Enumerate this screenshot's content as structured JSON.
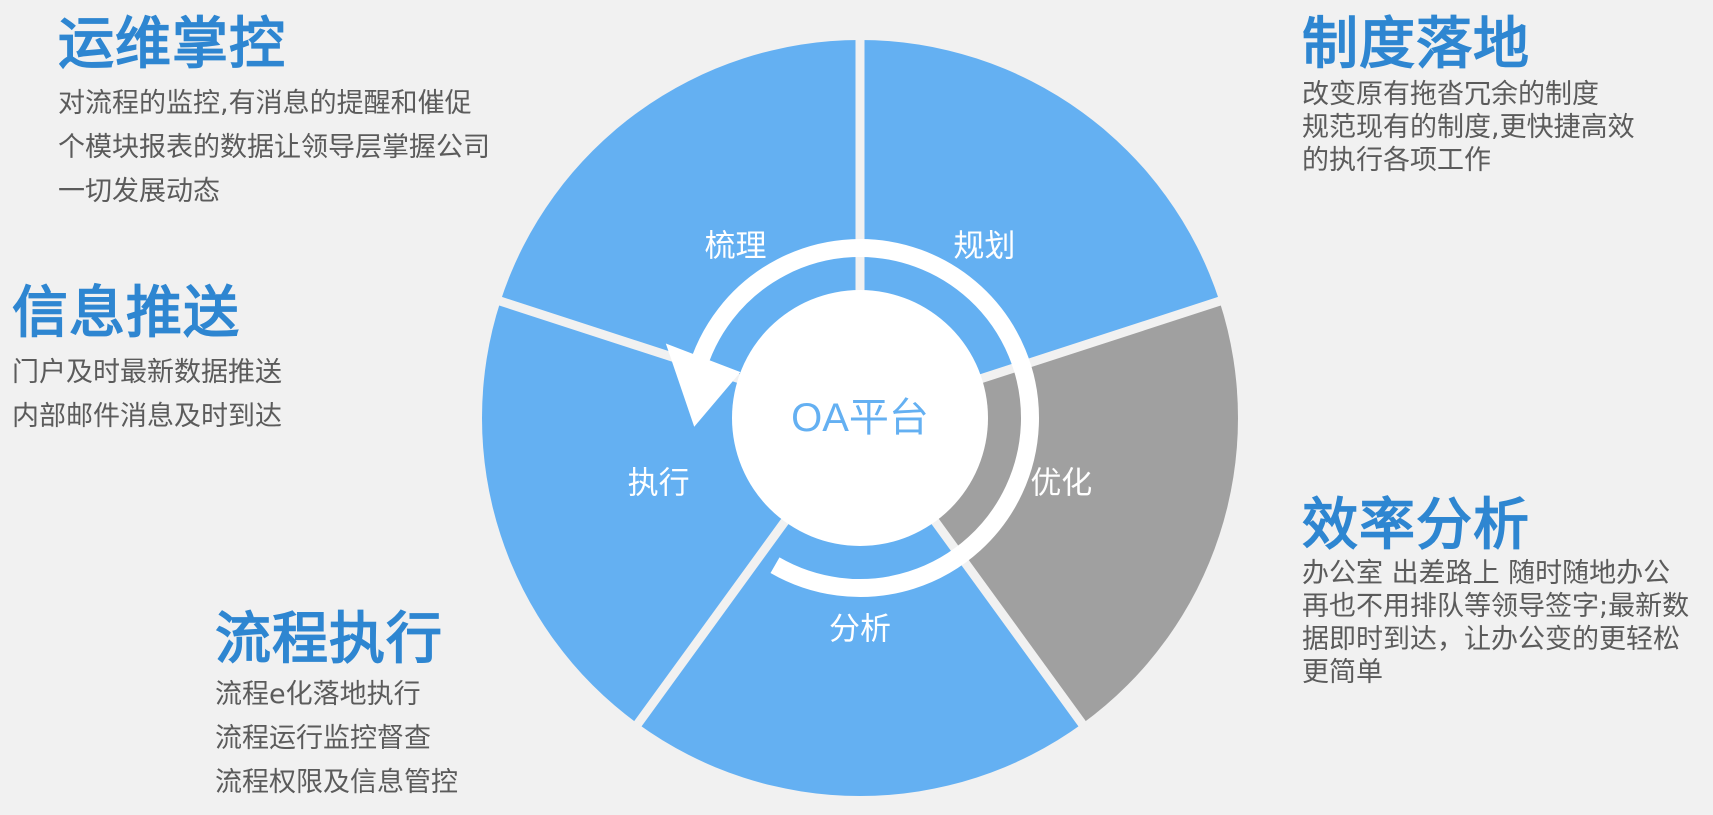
{
  "blocks": {
    "ops": {
      "title": "运维掌控",
      "lines": [
        "对流程的监控,有消息的提醒和催促",
        "个模块报表的数据让领导层掌握公司",
        "一切发展动态"
      ]
    },
    "info": {
      "title": "信息推送",
      "lines": [
        "门户及时最新数据推送",
        "内部邮件消息及时到达"
      ]
    },
    "flow": {
      "title": "流程执行",
      "lines": [
        "流程e化落地执行",
        "流程运行监控督查",
        "流程权限及信息管控"
      ]
    },
    "policy": {
      "title": "制度落地",
      "lines": [
        "改变原有拖沓冗余的制度",
        "规范现有的制度,更快捷高效",
        "的执行各项工作"
      ]
    },
    "efficiency": {
      "title": "效率分析",
      "lines": [
        "办公室 出差路上 随时随地办公",
        "再也不用排队等领导签字;最新数",
        "据即时到达，让办公变的更轻松",
        "更简单"
      ]
    }
  },
  "wheel": {
    "center_label": "OA平台",
    "segments": [
      {
        "label": "规划",
        "color": "#64b0f2"
      },
      {
        "label": "优化",
        "color": "#a0a0a0"
      },
      {
        "label": "分析",
        "color": "#64b0f2"
      },
      {
        "label": "执行",
        "color": "#64b0f2"
      },
      {
        "label": "梳理",
        "color": "#64b0f2"
      }
    ],
    "center_text_color": "#64b0f2",
    "background": "#f1f1f1"
  }
}
